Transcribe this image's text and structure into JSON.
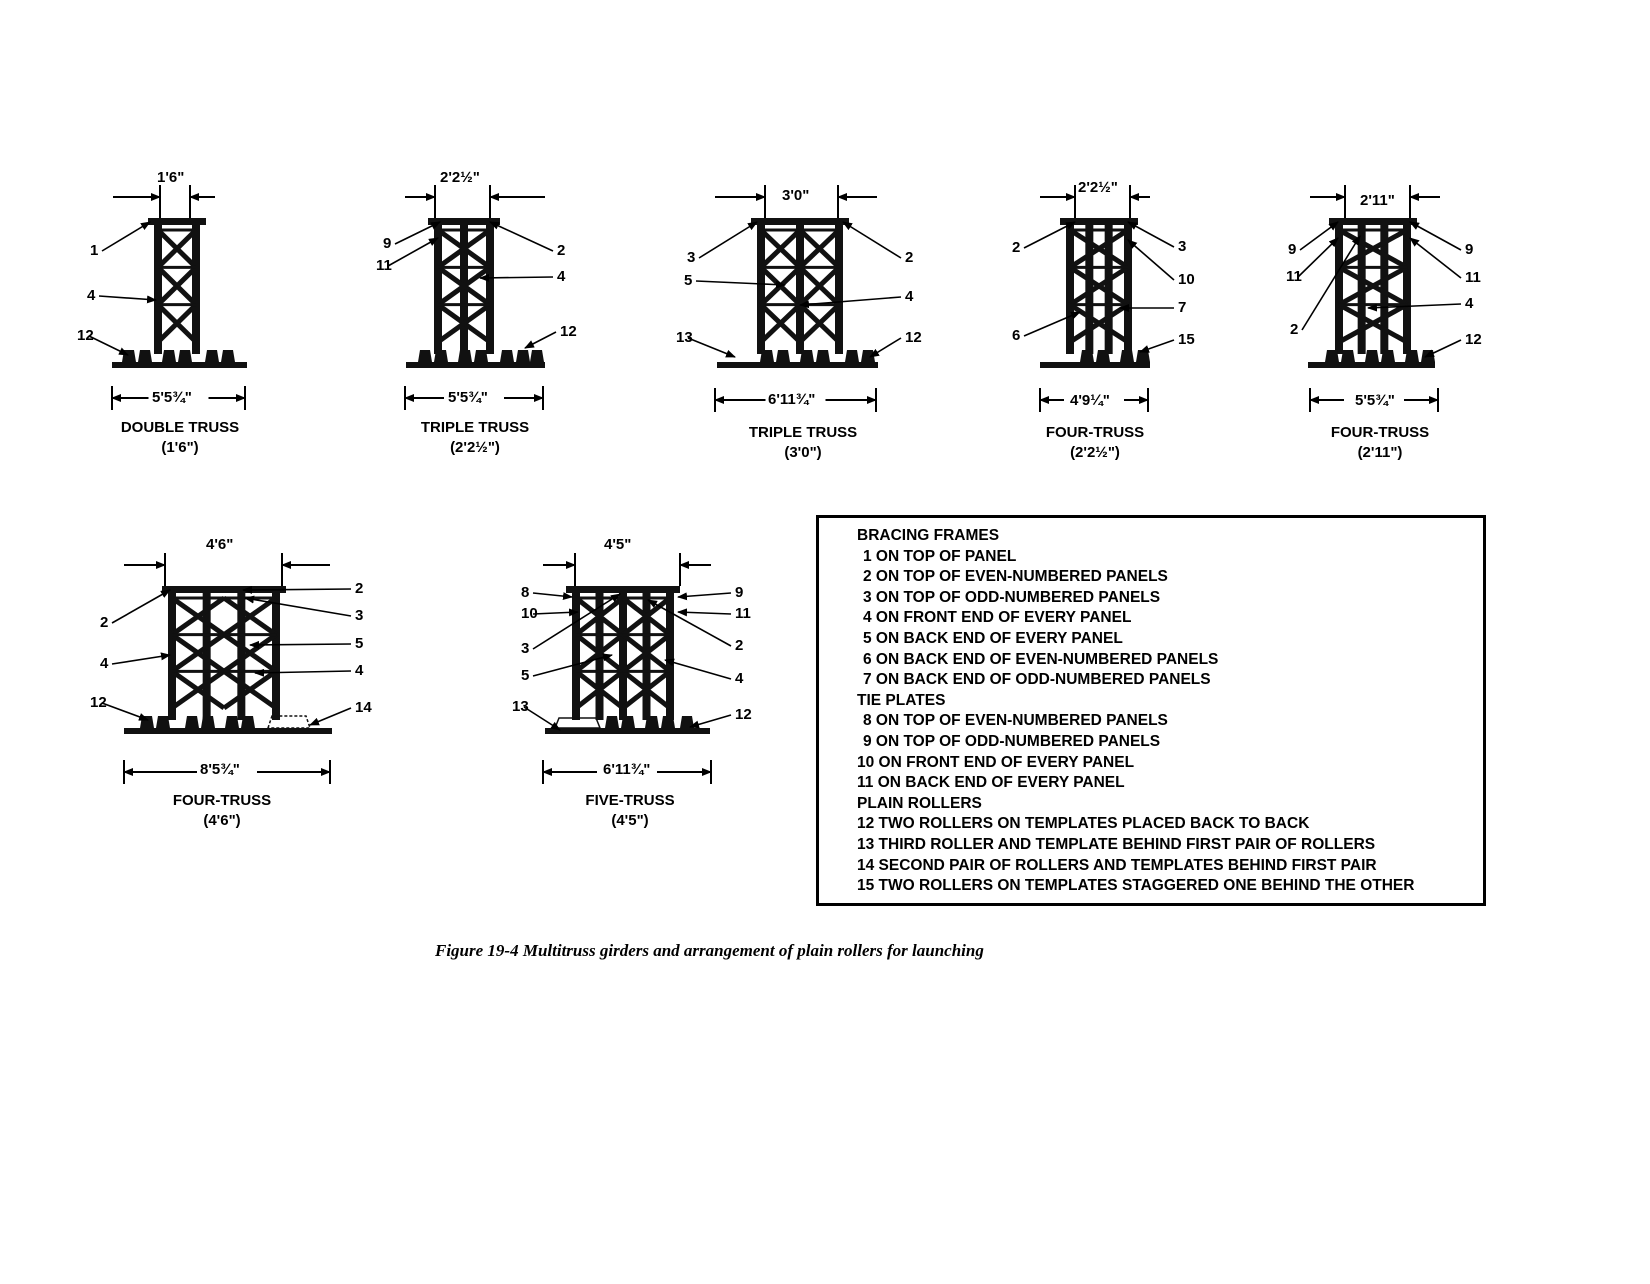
{
  "figures": [
    {
      "id": "double-truss-1-6",
      "caption1": "DOUBLE TRUSS",
      "caption2": "(1'6\")",
      "top_dim": "1'6\"",
      "bottom_dim": "5'5¾\"",
      "callouts": [
        "1",
        "4",
        "12"
      ]
    },
    {
      "id": "triple-truss-2-2half",
      "caption1": "TRIPLE TRUSS",
      "caption2": "(2'2½\")",
      "top_dim": "2'2½\"",
      "bottom_dim": "5'5¾\"",
      "callouts": [
        "9",
        "11",
        "2",
        "4",
        "12"
      ]
    },
    {
      "id": "triple-truss-3-0",
      "caption1": "TRIPLE TRUSS",
      "caption2": "(3'0\")",
      "top_dim": "3'0\"",
      "bottom_dim": "6'11¾\"",
      "callouts": [
        "3",
        "5",
        "13",
        "2",
        "4",
        "12"
      ]
    },
    {
      "id": "four-truss-2-2half",
      "caption1": "FOUR-TRUSS",
      "caption2": "(2'2½\")",
      "top_dim": "2'2½\"",
      "bottom_dim": "4'9¼\"",
      "callouts": [
        "2",
        "6",
        "3",
        "10",
        "7",
        "15"
      ]
    },
    {
      "id": "four-truss-2-11",
      "caption1": "FOUR-TRUSS",
      "caption2": "(2'11\")",
      "top_dim": "2'11\"",
      "bottom_dim": "5'5¾\"",
      "callouts": [
        "9",
        "11",
        "2",
        "9",
        "11",
        "4",
        "12"
      ]
    },
    {
      "id": "four-truss-4-6",
      "caption1": "FOUR-TRUSS",
      "caption2": "(4'6\")",
      "top_dim": "4'6\"",
      "bottom_dim": "8'5¾\"",
      "callouts": [
        "2",
        "4",
        "12",
        "2",
        "3",
        "5",
        "4",
        "14"
      ]
    },
    {
      "id": "five-truss-4-5",
      "caption1": "FIVE-TRUSS",
      "caption2": "(4'5\")",
      "top_dim": "4'5\"",
      "bottom_dim": "6'11¾\"",
      "callouts": [
        "8",
        "10",
        "3",
        "5",
        "13",
        "9",
        "11",
        "2",
        "4",
        "12"
      ]
    }
  ],
  "legend": {
    "sections": [
      {
        "title": "BRACING FRAMES",
        "items": [
          "1 ON TOP OF PANEL",
          "2 ON TOP OF EVEN-NUMBERED PANELS",
          "3 ON TOP OF ODD-NUMBERED PANELS",
          "4 ON FRONT END OF EVERY PANEL",
          "5 ON BACK END OF EVERY PANEL",
          "6 ON BACK END OF EVEN-NUMBERED PANELS",
          "7 ON BACK END OF ODD-NUMBERED PANELS"
        ]
      },
      {
        "title": "TIE PLATES",
        "items": [
          "8 ON TOP OF EVEN-NUMBERED PANELS",
          "9 ON TOP OF ODD-NUMBERED PANELS",
          "10 ON FRONT END OF EVERY PANEL",
          "11 ON BACK END OF EVERY PANEL"
        ]
      },
      {
        "title": "PLAIN ROLLERS",
        "items": [
          "12 TWO ROLLERS ON TEMPLATES PLACED BACK TO BACK",
          "13 THIRD ROLLER AND TEMPLATE BEHIND FIRST PAIR OF ROLLERS",
          "14 SECOND PAIR OF ROLLERS AND TEMPLATES BEHIND FIRST PAIR",
          "15 TWO ROLLERS ON TEMPLATES STAGGERED ONE BEHIND THE OTHER"
        ]
      }
    ]
  },
  "caption": "Figure 19-4 Multitruss girders and arrangement of plain rollers for launching"
}
